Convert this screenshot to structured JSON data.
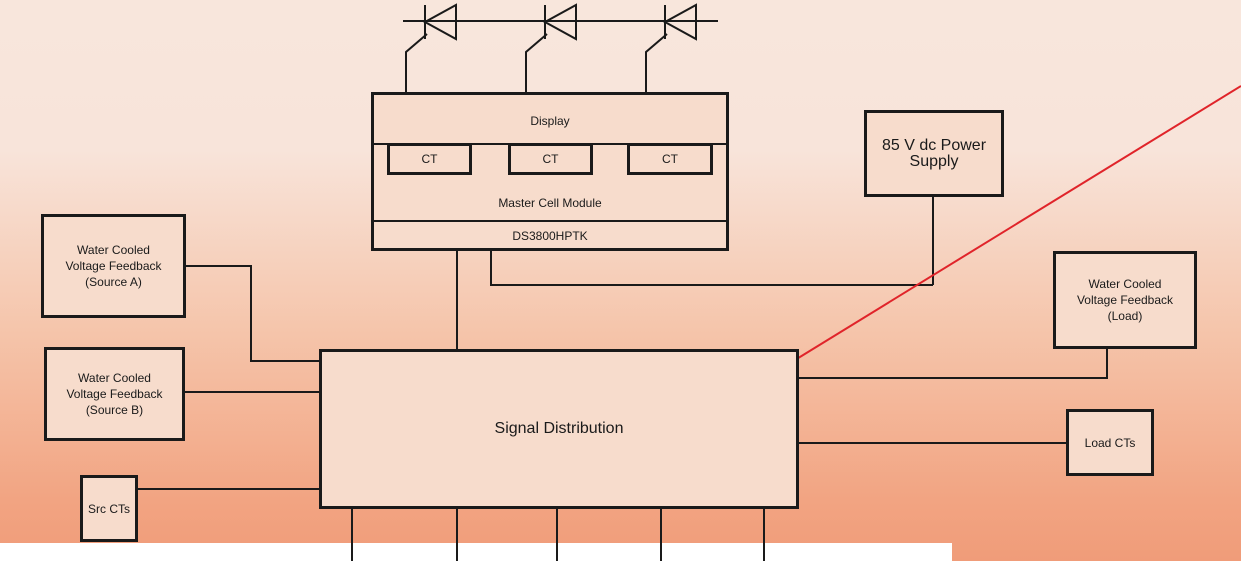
{
  "colors": {
    "wire": "#1a1a1a",
    "accent_line": "#e0242a",
    "box_fill": "#f7dccc"
  },
  "display_label": "Display",
  "ct_labels": [
    "CT",
    "CT",
    "CT"
  ],
  "master_cell_label": "Master Cell Module",
  "module_label": "DS3800HPTK",
  "power_supply": "85 V dc Power\nSupply",
  "feedback_source_a": "Water Cooled\nVoltage Feedback\n(Source A)",
  "feedback_source_b": "Water Cooled\nVoltage Feedback\n(Source B)",
  "feedback_load": "Water Cooled\nVoltage Feedback\n(Load)",
  "signal_distribution": "Signal Distribution",
  "src_cts": "Src CTs",
  "load_cts": "Load CTs"
}
